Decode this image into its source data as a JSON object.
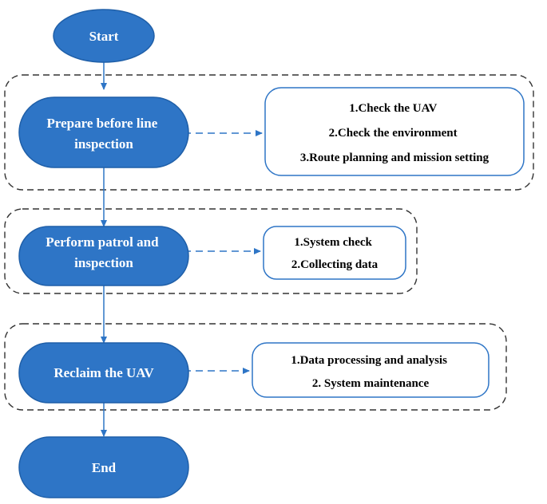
{
  "colors": {
    "node_fill": "#2e75c6",
    "node_stroke": "#1f5fa8",
    "note_stroke": "#2e75c6",
    "group_stroke": "#333333",
    "connector": "#2e75c6"
  },
  "nodes": {
    "start": "Start",
    "prepare": [
      "Prepare before line",
      "inspection"
    ],
    "patrol": [
      "Perform patrol and",
      "inspection"
    ],
    "reclaim": "Reclaim the UAV",
    "end": "End"
  },
  "notes": {
    "prepare": [
      "1.Check the UAV",
      "2.Check the environment",
      "3.Route planning and mission setting"
    ],
    "patrol": [
      "1.System check",
      "2.Collecting data"
    ],
    "reclaim": [
      "1.Data processing and analysis",
      "2. System maintenance"
    ]
  }
}
